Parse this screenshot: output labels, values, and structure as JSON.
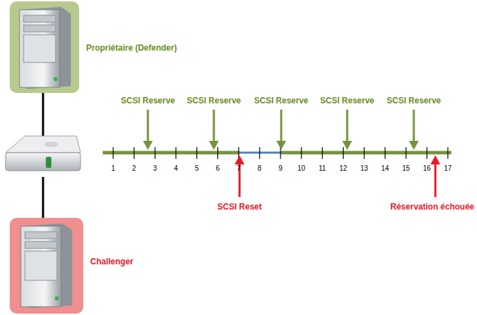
{
  "diagram": {
    "labels": [
      "Propriétaire (Defender)",
      "Challenger",
      "SCSI Reserve",
      "SCSI Reserve",
      "SCSI Reserve",
      "SCSI Reserve",
      "SCSI Reserve",
      "SCSI Reset",
      "Réservation échouée",
      "1",
      "2",
      "3",
      "4",
      "5",
      "6",
      "7",
      "8",
      "9",
      "10",
      "11",
      "12",
      "13",
      "14",
      "15",
      "16",
      "17"
    ]
  }
}
